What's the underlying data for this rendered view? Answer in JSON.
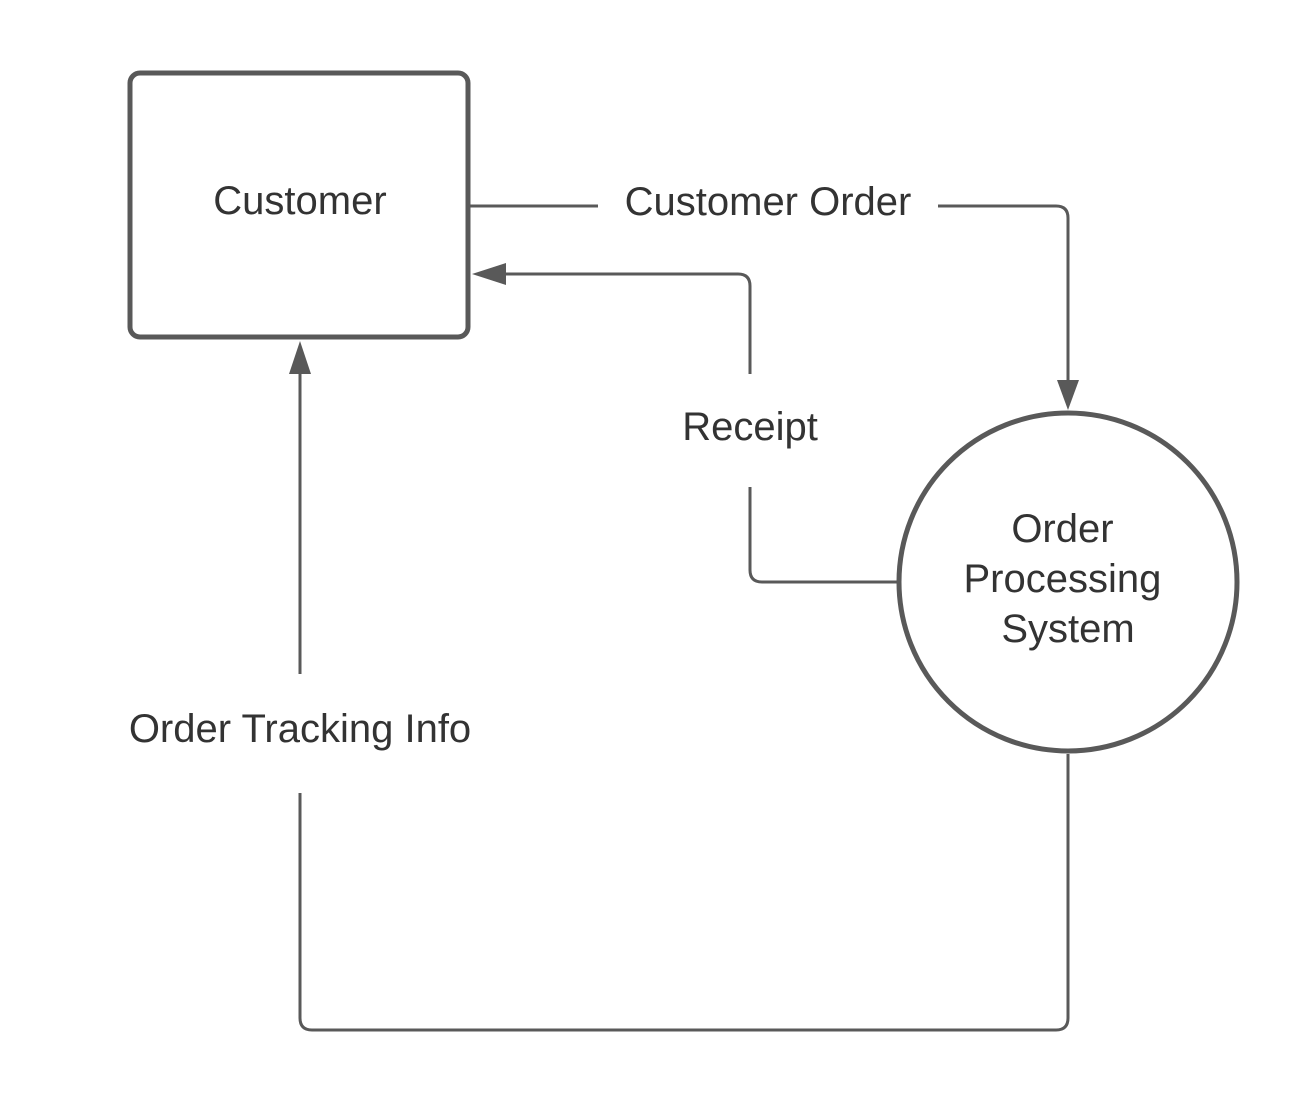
{
  "diagram": {
    "entities": {
      "customer": {
        "label": "Customer"
      },
      "order_processing": {
        "lines": [
          "Order",
          "Processing",
          "System"
        ]
      }
    },
    "flows": {
      "customer_order": {
        "label": "Customer Order"
      },
      "receipt": {
        "label": "Receipt"
      },
      "order_tracking": {
        "label": "Order Tracking Info"
      }
    },
    "colors": {
      "stroke": "#595959",
      "text": "#333333",
      "background": "#ffffff"
    }
  }
}
